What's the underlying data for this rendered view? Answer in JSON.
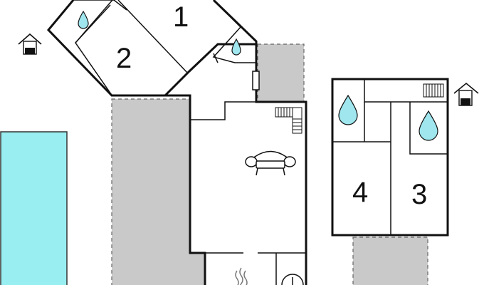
{
  "colors": {
    "pool": "#99eef2",
    "terrace": "#c9c9c9",
    "wall": "#111111",
    "water": "#9fe6ee"
  },
  "icons": {
    "bathroom": "water-drop-icon",
    "living": "sofa-icon",
    "entrance": "house-entrance-icon",
    "stairs": "stairs-icon",
    "fireplace": "heat-waves-icon",
    "appliance": "round-appliance-icon"
  },
  "rooms": {
    "r1": "1",
    "r2": "2",
    "r3": "3",
    "r4": "4"
  }
}
